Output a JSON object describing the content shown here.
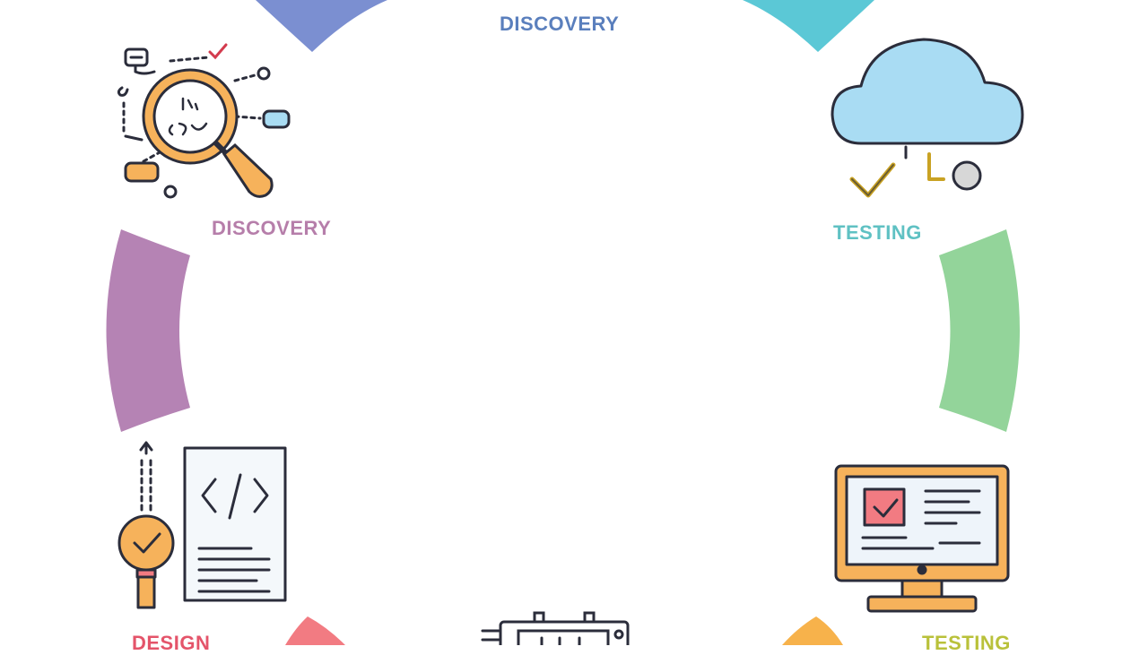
{
  "labels": {
    "top": "DISCOVERY",
    "top_left": "DISCOVERY",
    "top_right": "TESTING",
    "bottom_left": "DESIGN",
    "bottom_right": "TESTING"
  },
  "icons": {
    "top_left": "magnifier-research-icon",
    "top_right": "cloud-check-icon",
    "bottom_left": "code-document-icon",
    "bottom_right": "monitor-checklist-icon",
    "bottom_center": "keyboard-icon"
  },
  "colors": {
    "arc_top_left": "#7b8fd1",
    "arc_top_right": "#5bc8d6",
    "arc_left": "#b583b4",
    "arc_right": "#93d49a",
    "arc_bottom_left": "#f27b82",
    "arc_bottom_right": "#f7b24b",
    "outline": "#2b2d3b",
    "accent_orange": "#f6b25b",
    "cloud_fill": "#a9dcf3"
  }
}
